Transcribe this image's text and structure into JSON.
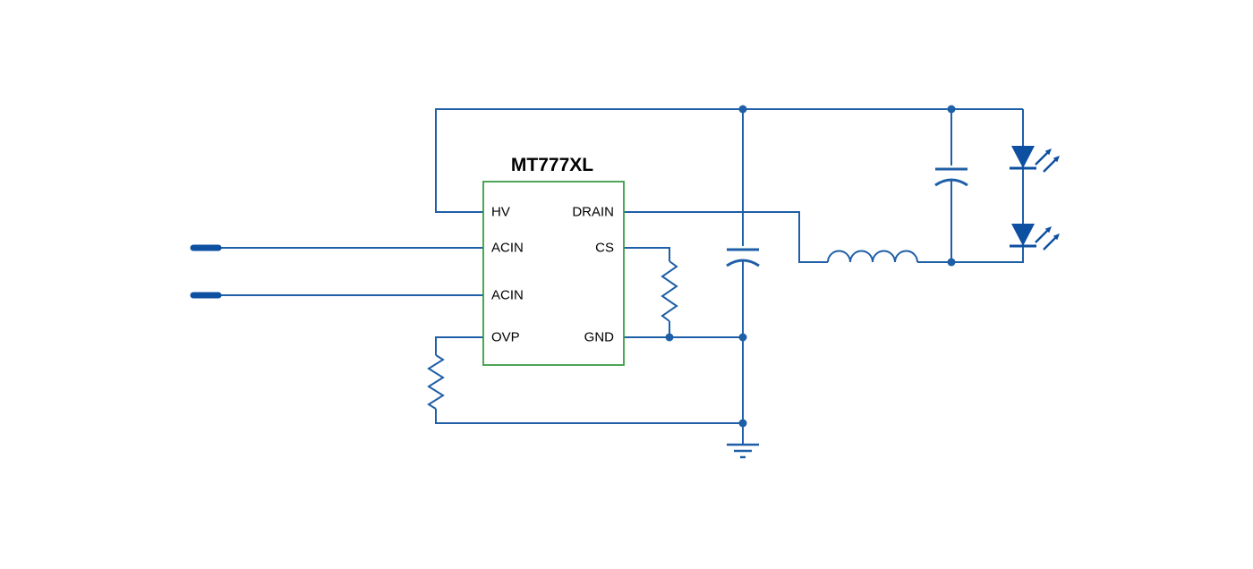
{
  "colors": {
    "background": "#ffffff",
    "wire": "#1f5fa8",
    "component": "#0d4fa1",
    "ic-border": "#3a9d45",
    "text": "#000000"
  },
  "ic": {
    "title": "MT777XL",
    "pins_left": [
      "HV",
      "ACIN",
      "ACIN",
      "OVP"
    ],
    "pins_right": [
      "DRAIN",
      "CS",
      "GND"
    ]
  }
}
